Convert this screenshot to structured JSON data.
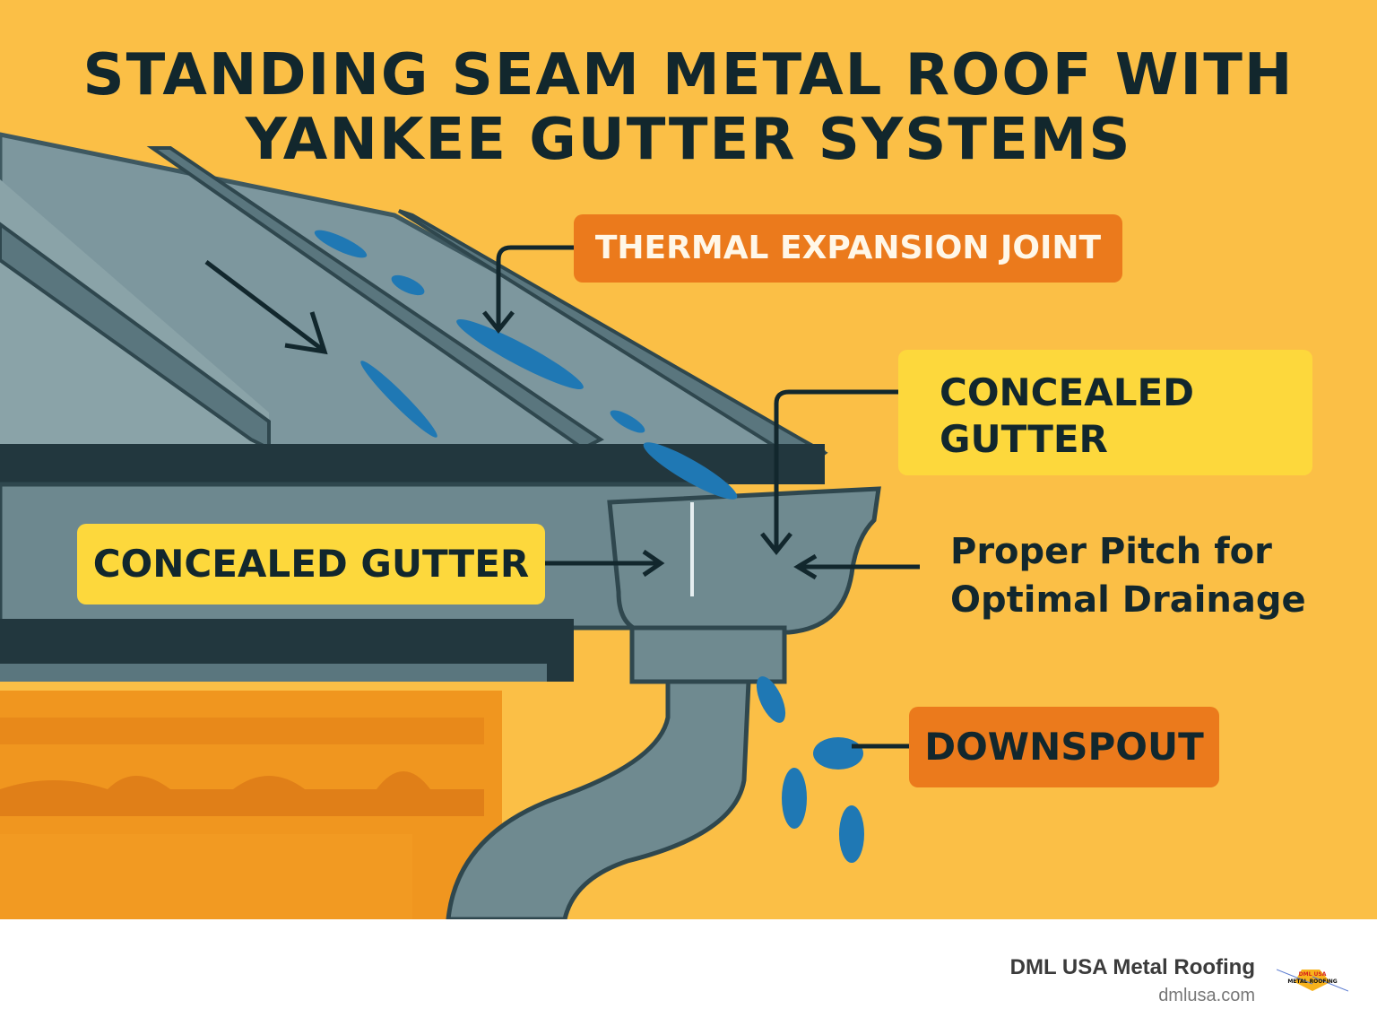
{
  "title": {
    "line1": "STANDING SEAM METAL ROOF WITH",
    "line2": "YANKEE GUTTER SYSTEMS"
  },
  "labels": {
    "thermal_expansion_joint": "THERMAL EXPANSION JOINT",
    "concealed_gutter_right_1": "CONCEALED",
    "concealed_gutter_right_2": "GUTTER",
    "concealed_gutter_left": "CONCEALED GUTTER",
    "proper_pitch_1": "Proper Pitch for",
    "proper_pitch_2": "Optimal Drainage",
    "downspout": "DOWNSPOUT"
  },
  "footer": {
    "brand": "DML USA Metal Roofing",
    "url": "dmlusa.com",
    "logo_text": "DML USA METAL ROOFING"
  },
  "colors": {
    "background": "#fbbf46",
    "orange_tag": "#eb7a1c",
    "yellow_tag": "#fdd83c",
    "roof": "#6f8c94",
    "water": "#1f78b4"
  }
}
